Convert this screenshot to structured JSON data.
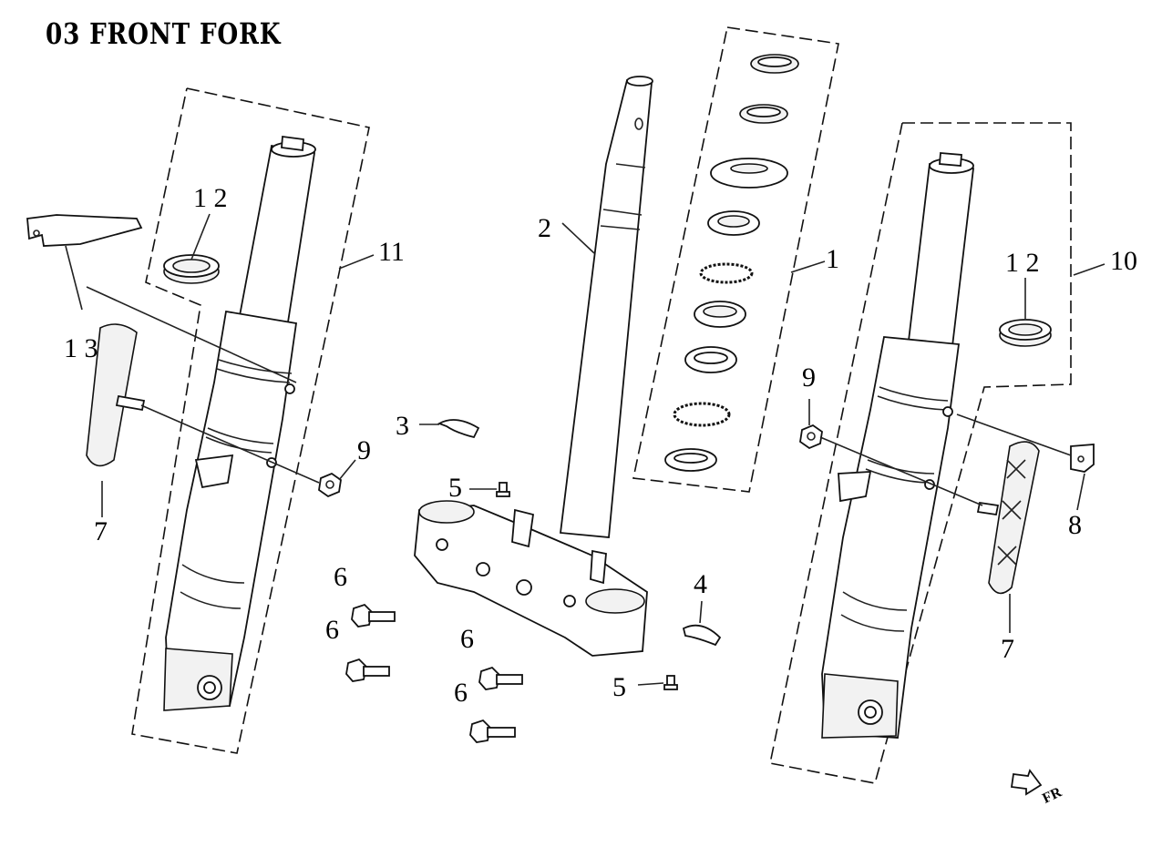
{
  "title": "03   FRONT FORK",
  "callouts": {
    "c1": "1",
    "c2": "2",
    "c3": "3",
    "c4": "4",
    "c5a": "5",
    "c5b": "5",
    "c6a": "6",
    "c6b": "6",
    "c6c": "6",
    "c6d": "6",
    "c7a": "7",
    "c7b": "7",
    "c8": "8",
    "c9a": "9",
    "c9b": "9",
    "c10": "10",
    "c11": "11",
    "c12a": "1 2",
    "c12b": "1 2",
    "c13": "1 3"
  },
  "direction_marker": "FR"
}
